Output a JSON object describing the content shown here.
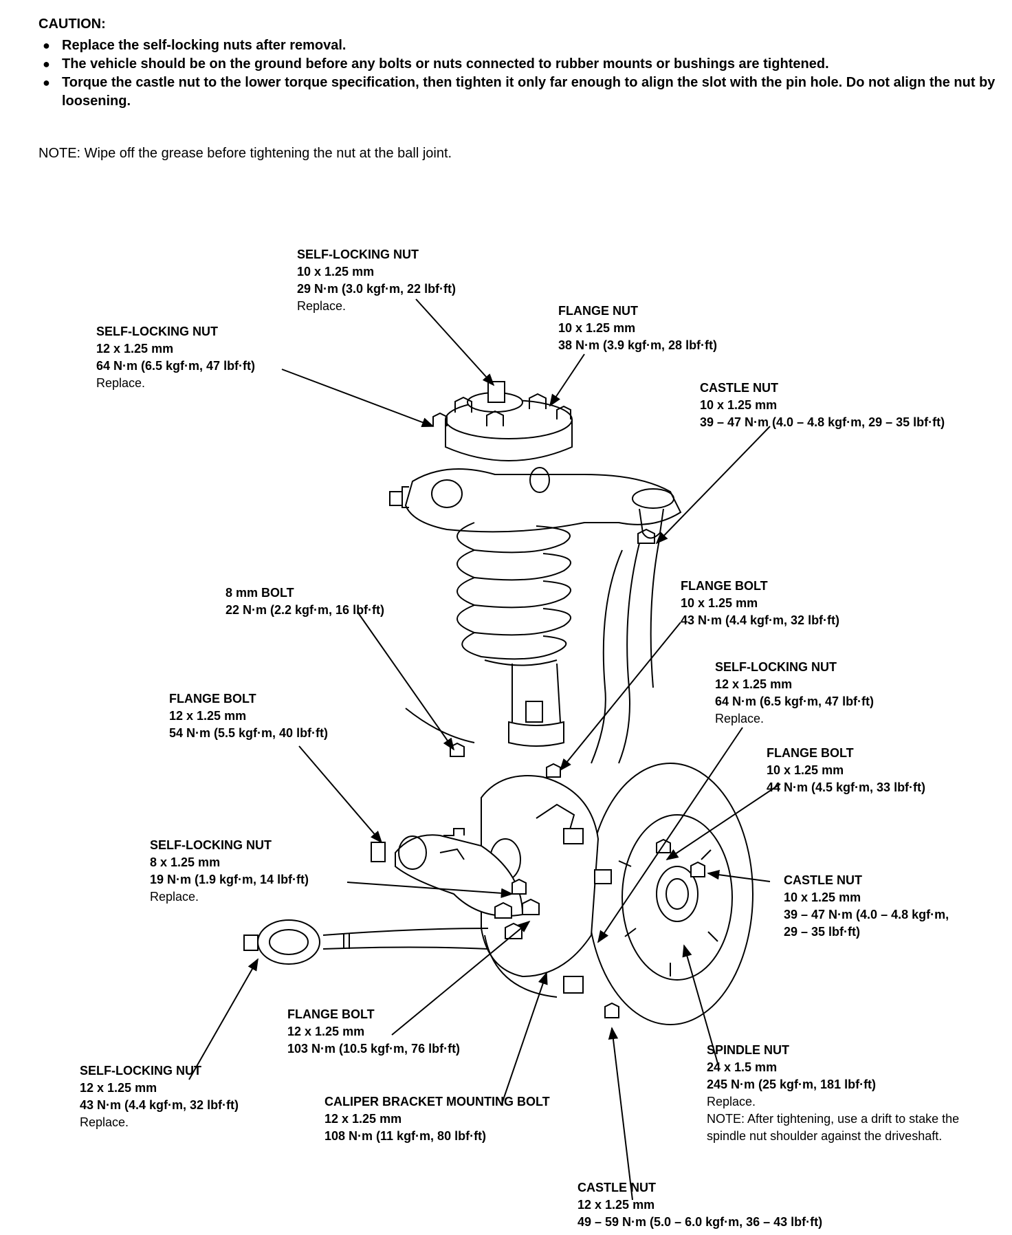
{
  "caution": {
    "title": "CAUTION:",
    "bullets": [
      "Replace the self-locking nuts after removal.",
      "The vehicle should be on the ground before any bolts or nuts connected to rubber mounts or bushings are tightened.",
      "Torque the castle nut to the lower torque specification, then tighten it only far enough to align the slot with the pin hole. Do not align the nut by loosening."
    ]
  },
  "note": "NOTE: Wipe off the grease before tightening the nut at the ball joint.",
  "callouts": {
    "self_locking_top": {
      "title": "SELF-LOCKING NUT",
      "size": "10 x 1.25 mm",
      "torque": "29 N·m (3.0 kgf·m, 22 lbf·ft)",
      "extra": "Replace."
    },
    "flange_nut_top": {
      "title": "FLANGE NUT",
      "size": "10 x 1.25 mm",
      "torque": "38 N·m (3.9 kgf·m, 28 lbf·ft)"
    },
    "self_locking_upper_left": {
      "title": "SELF-LOCKING NUT",
      "size": "12 x 1.25 mm",
      "torque": "64 N·m (6.5 kgf·m, 47 lbf·ft)",
      "extra": "Replace."
    },
    "castle_nut_upper": {
      "title": "CASTLE NUT",
      "size": "10 x 1.25 mm",
      "torque": "39 – 47 N·m (4.0 – 4.8 kgf·m, 29 – 35 lbf·ft)"
    },
    "bolt_8mm": {
      "title": "8 mm BOLT",
      "torque": "22 N·m (2.2 kgf·m, 16 lbf·ft)"
    },
    "flange_bolt_right": {
      "title": "FLANGE BOLT",
      "size": "10 x 1.25 mm",
      "torque": "43 N·m (4.4 kgf·m, 32 lbf·ft)"
    },
    "self_locking_right": {
      "title": "SELF-LOCKING NUT",
      "size": "12 x 1.25 mm",
      "torque": "64 N·m (6.5 kgf·m, 47 lbf·ft)",
      "extra": "Replace."
    },
    "flange_bolt_left": {
      "title": "FLANGE BOLT",
      "size": "12 x 1.25 mm",
      "torque": "54 N·m (5.5 kgf·m, 40 lbf·ft)"
    },
    "flange_bolt_44": {
      "title": "FLANGE BOLT",
      "size": "10 x 1.25 mm",
      "torque": "44 N·m (4.5 kgf·m, 33 lbf·ft)"
    },
    "self_locking_8mm": {
      "title": "SELF-LOCKING NUT",
      "size": "8 x 1.25 mm",
      "torque": "19 N·m (1.9 kgf·m, 14 lbf·ft)",
      "extra": "Replace."
    },
    "castle_nut_right": {
      "title": "CASTLE NUT",
      "size": "10 x 1.25 mm",
      "torque": "39 – 47 N·m (4.0 – 4.8 kgf·m,",
      "torque2": "29 – 35 lbf·ft)"
    },
    "flange_bolt_103": {
      "title": "FLANGE BOLT",
      "size": "12 x 1.25 mm",
      "torque": "103 N·m (10.5 kgf·m, 76 lbf·ft)"
    },
    "self_locking_lower_left": {
      "title": "SELF-LOCKING NUT",
      "size": "12 x 1.25 mm",
      "torque": "43 N·m (4.4 kgf·m, 32 lbf·ft)",
      "extra": "Replace."
    },
    "spindle_nut": {
      "title": "SPINDLE NUT",
      "size": "24 x 1.5 mm",
      "torque": "245 N·m (25 kgf·m, 181 lbf·ft)",
      "extra": "Replace.",
      "note": "NOTE: After tightening, use a drift to stake the spindle nut shoulder against the driveshaft."
    },
    "caliper_bracket": {
      "title": "CALIPER BRACKET MOUNTING BOLT",
      "size": "12 x 1.25 mm",
      "torque": "108 N·m (11 kgf·m, 80 lbf·ft)"
    },
    "castle_nut_bottom": {
      "title": "CASTLE NUT",
      "size": "12 x 1.25 mm",
      "torque": "49 – 59 N·m (5.0 – 6.0 kgf·m, 36 – 43 lbf·ft)"
    }
  }
}
